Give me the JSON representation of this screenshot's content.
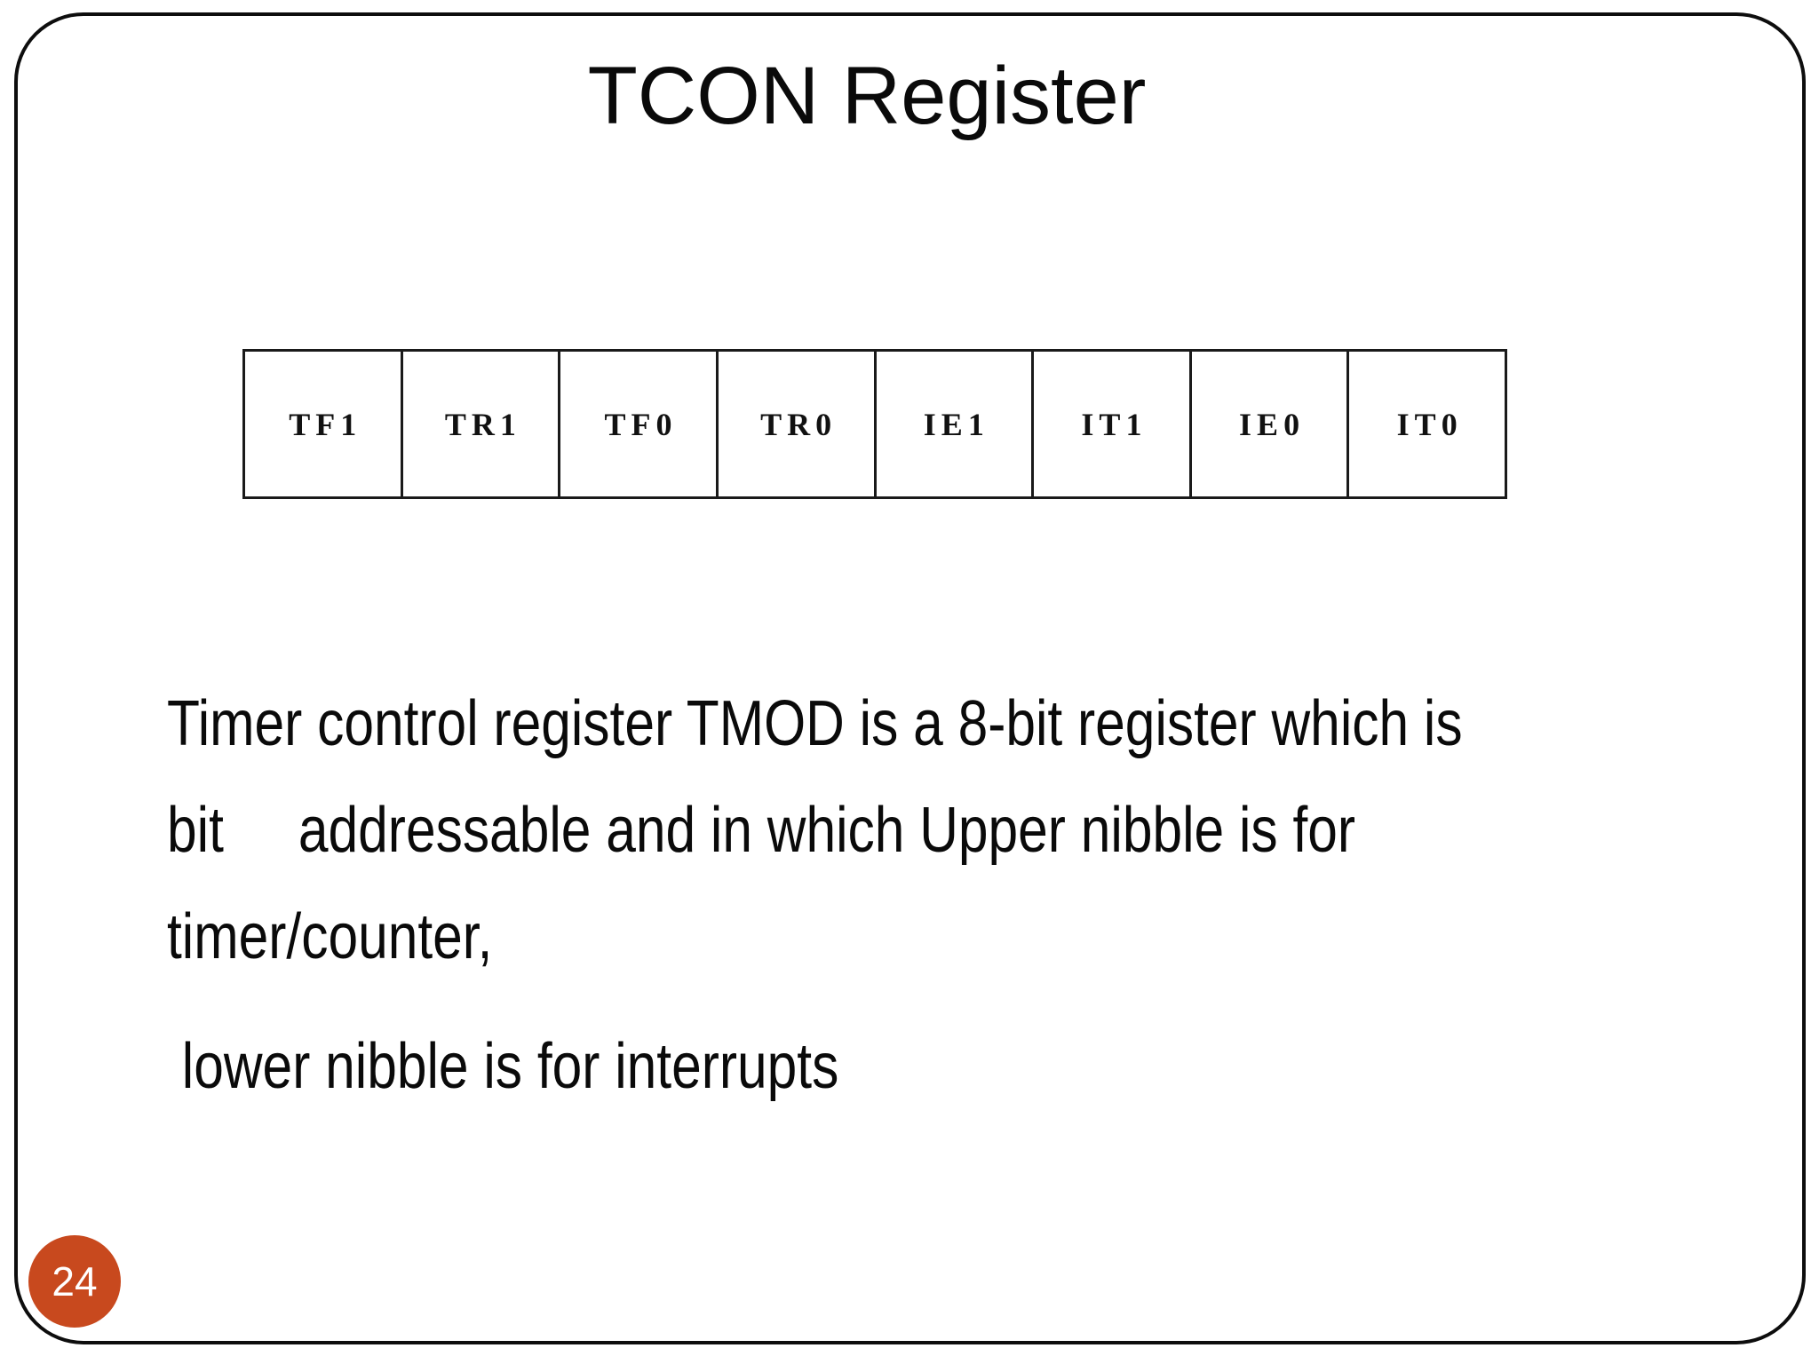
{
  "slide": {
    "title": "TCON Register",
    "page_number": "24",
    "register": {
      "bits": [
        "TF1",
        "TR1",
        "TF0",
        "TR0",
        "IE1",
        "IT1",
        "IE0",
        "IT0"
      ]
    },
    "body": {
      "paragraph1_lines": [
        "Timer control register TMOD is a 8-bit register which is",
        "bit     addressable and in which Upper nibble is for",
        "timer/counter,"
      ],
      "paragraph2_lines": [
        " lower nibble is for interrupts"
      ]
    },
    "colors": {
      "page_badge": "#c8491e",
      "badge_text": "#ffffff",
      "border": "#0d0d0d",
      "text": "#0a0a0a",
      "background": "#ffffff"
    }
  }
}
